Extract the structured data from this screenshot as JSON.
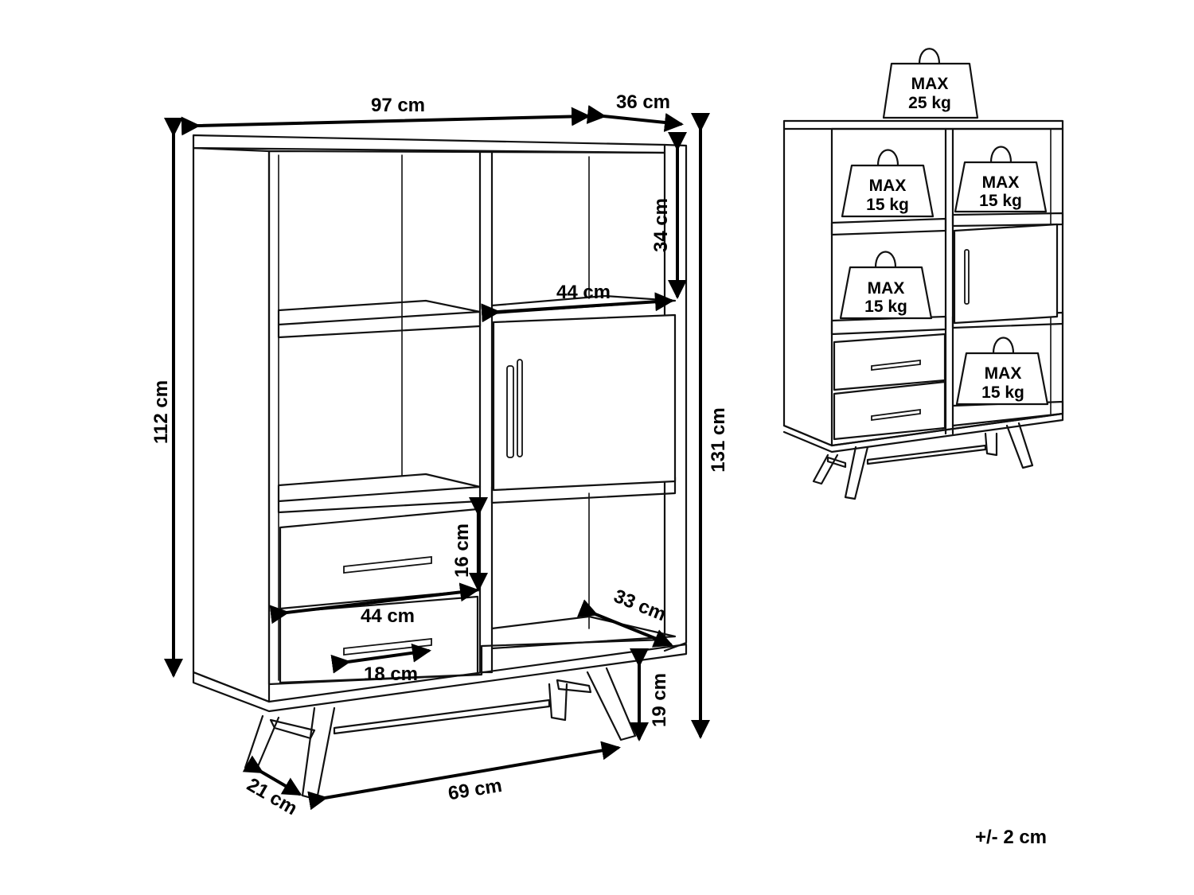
{
  "dimensions": {
    "width": "97 cm",
    "depth": "36 cm",
    "height_body": "112 cm",
    "height_total": "131 cm",
    "compartment_height": "34 cm",
    "door_width": "44 cm",
    "drawer_height": "16 cm",
    "drawer_width": "44 cm",
    "handle_width": "18 cm",
    "inner_depth": "33 cm",
    "leg_height": "19 cm",
    "leg_span": "69 cm",
    "leg_depth": "21 cm"
  },
  "load_limits": {
    "top": {
      "label": "MAX",
      "value": "25 kg"
    },
    "shelf_top_left": {
      "label": "MAX",
      "value": "15 kg"
    },
    "shelf_top_right": {
      "label": "MAX",
      "value": "15 kg"
    },
    "shelf_middle_left": {
      "label": "MAX",
      "value": "15 kg"
    },
    "shelf_bottom_right": {
      "label": "MAX",
      "value": "15 kg"
    }
  },
  "tolerance": "+/- 2 cm"
}
